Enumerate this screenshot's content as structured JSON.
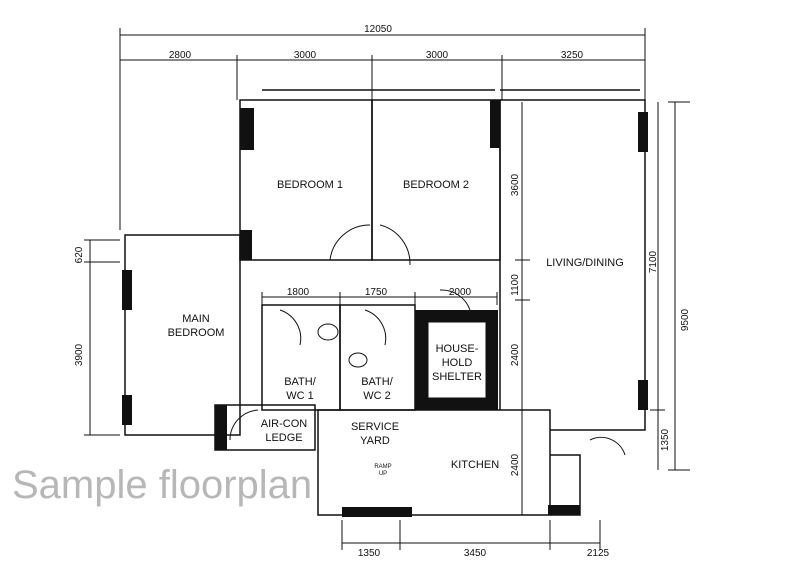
{
  "watermark": "Sample floorplan",
  "dimensions": {
    "overall_width": "12050",
    "top": [
      "2800",
      "3000",
      "3000",
      "3250"
    ],
    "inner": [
      "1800",
      "1750",
      "2000"
    ],
    "bottom": [
      "1350",
      "3450",
      "2125"
    ],
    "left": [
      "620",
      "3900"
    ],
    "right_outer": "9500",
    "right_mid": [
      "7100",
      "1350"
    ],
    "right_inner": [
      "3600",
      "1100",
      "2400",
      "2400"
    ]
  },
  "rooms": {
    "bedroom1": "BEDROOM 1",
    "bedroom2": "BEDROOM 2",
    "living": "LIVING/DINING",
    "main_bedroom": [
      "MAIN",
      "BEDROOM"
    ],
    "bath1": [
      "BATH/",
      "WC 1"
    ],
    "bath2": [
      "BATH/",
      "WC 2"
    ],
    "shelter": [
      "HOUSE-",
      "HOLD",
      "SHELTER"
    ],
    "aircon": [
      "AIR-CON",
      "LEDGE"
    ],
    "service_yard": [
      "SERVICE",
      "YARD"
    ],
    "kitchen": "KITCHEN"
  },
  "ramp": [
    "RAMP",
    "UP"
  ]
}
